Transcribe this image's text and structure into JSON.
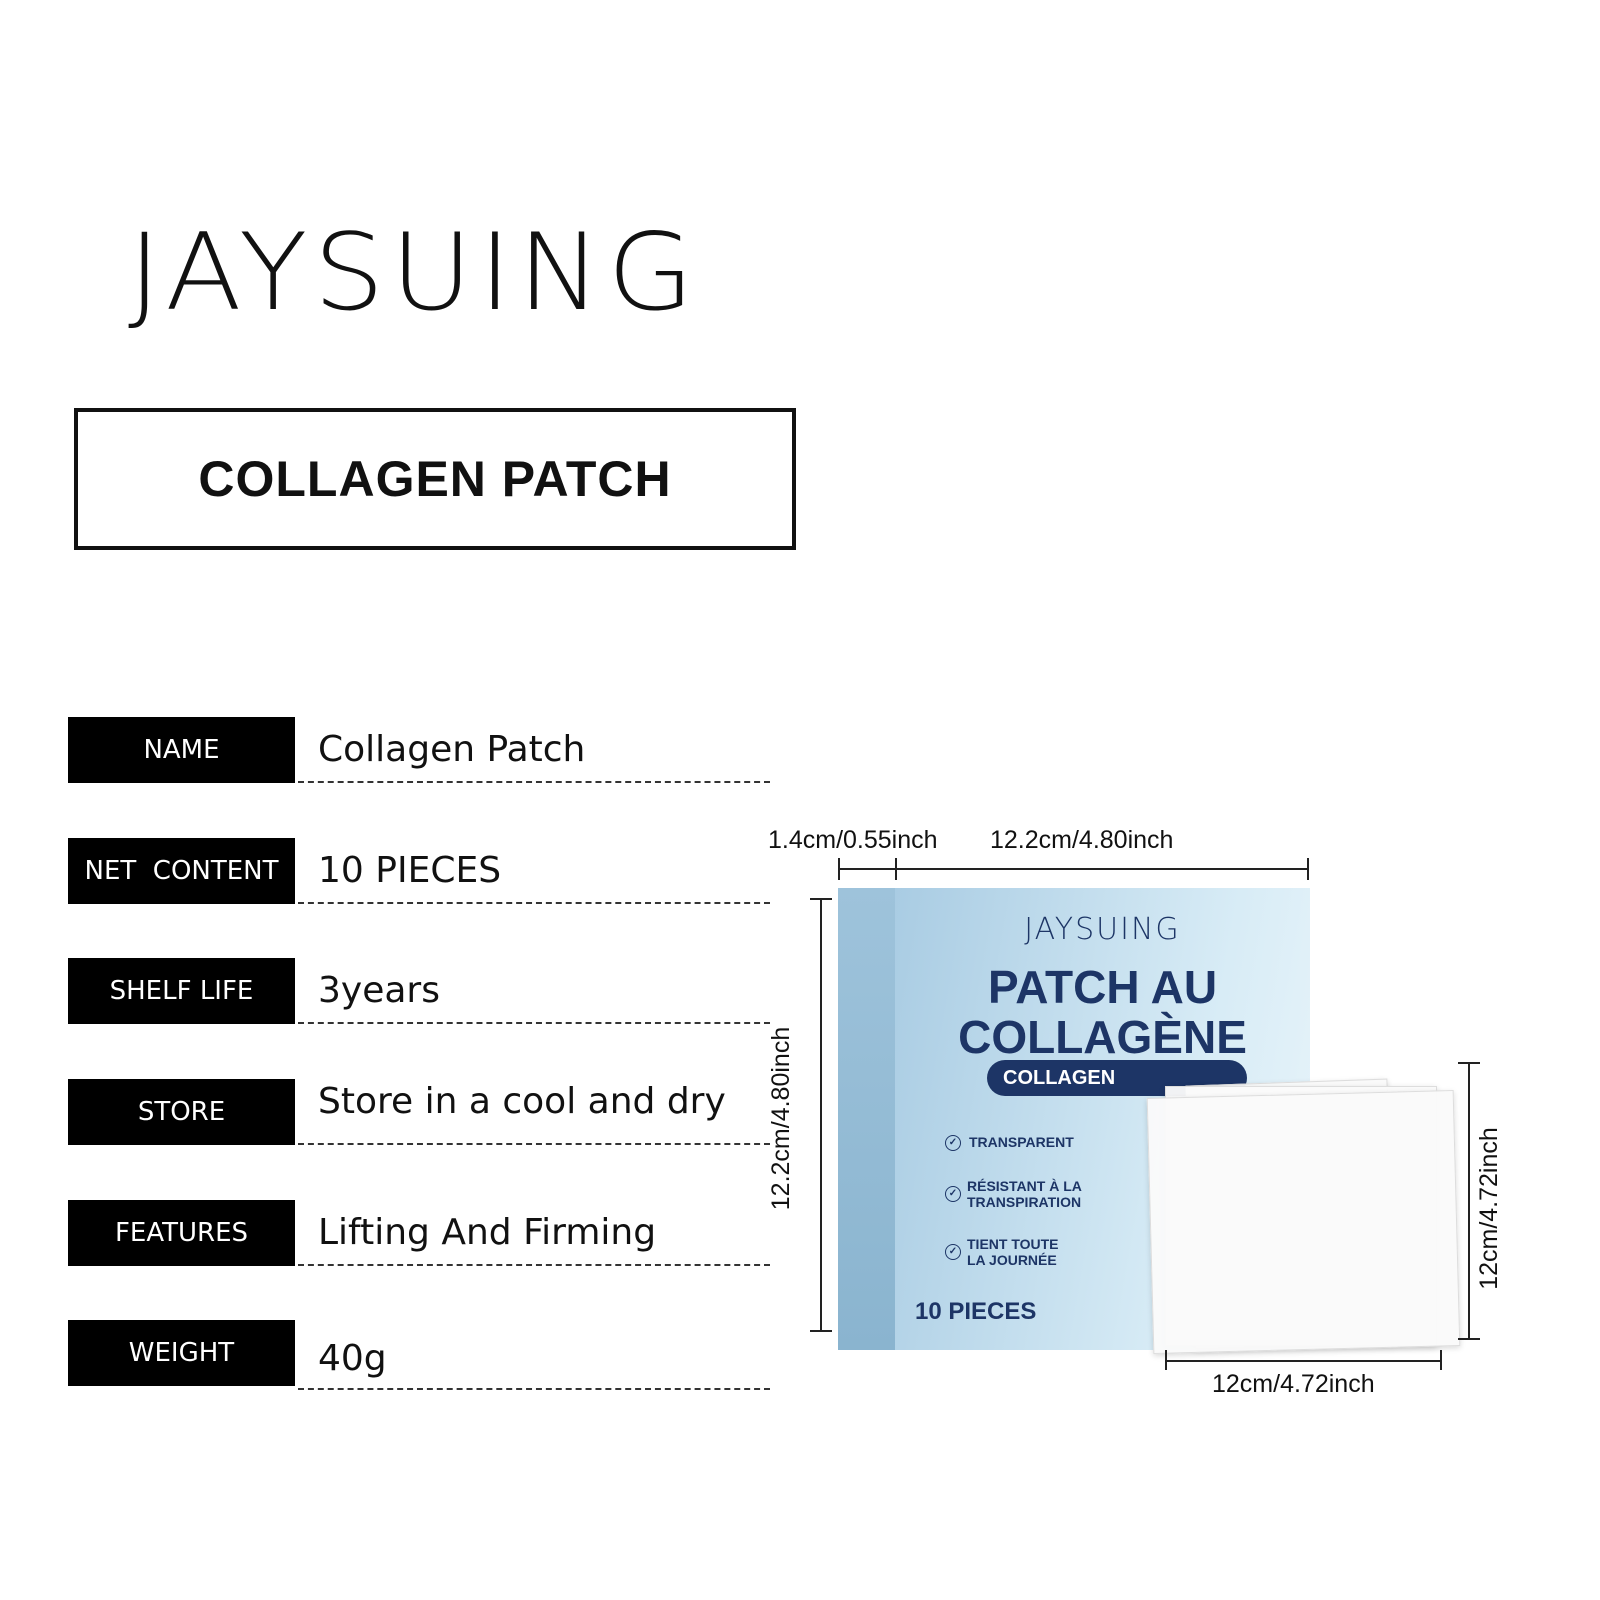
{
  "brand": "JAYSUING",
  "title": "COLLAGEN PATCH",
  "specs": [
    {
      "label": "NAME",
      "value": "Collagen Patch"
    },
    {
      "label": "NET  CONTENT",
      "value": "10 PIECES"
    },
    {
      "label": "SHELF LIFE",
      "value": "3years"
    },
    {
      "label": "STORE",
      "value": "Store in a cool and dry"
    },
    {
      "label": "FEATURES",
      "value": "Lifting And Firming"
    },
    {
      "label": "WEIGHT",
      "value": "40g"
    }
  ],
  "dimensions": {
    "side_depth": "1.4cm/0.55inch",
    "box_width": "12.2cm/4.80inch",
    "box_height": "12.2cm/4.80inch",
    "patch_height": "12cm/4.72inch",
    "patch_width": "12cm/4.72inch"
  },
  "package": {
    "brand": "JAYSUING",
    "title_line1": "PATCH AU",
    "title_line2": "COLLAGÈNE",
    "pill": "COLLAGEN",
    "features": [
      "TRANSPARENT",
      "RÉSISTANT À LA\nTRANSPIRATION",
      "TIENT TOUTE\nLA JOURNÉE"
    ],
    "count": "10 PIECES",
    "colors": {
      "navy": "#1d3566",
      "box_blue": "#a9cce3"
    }
  }
}
